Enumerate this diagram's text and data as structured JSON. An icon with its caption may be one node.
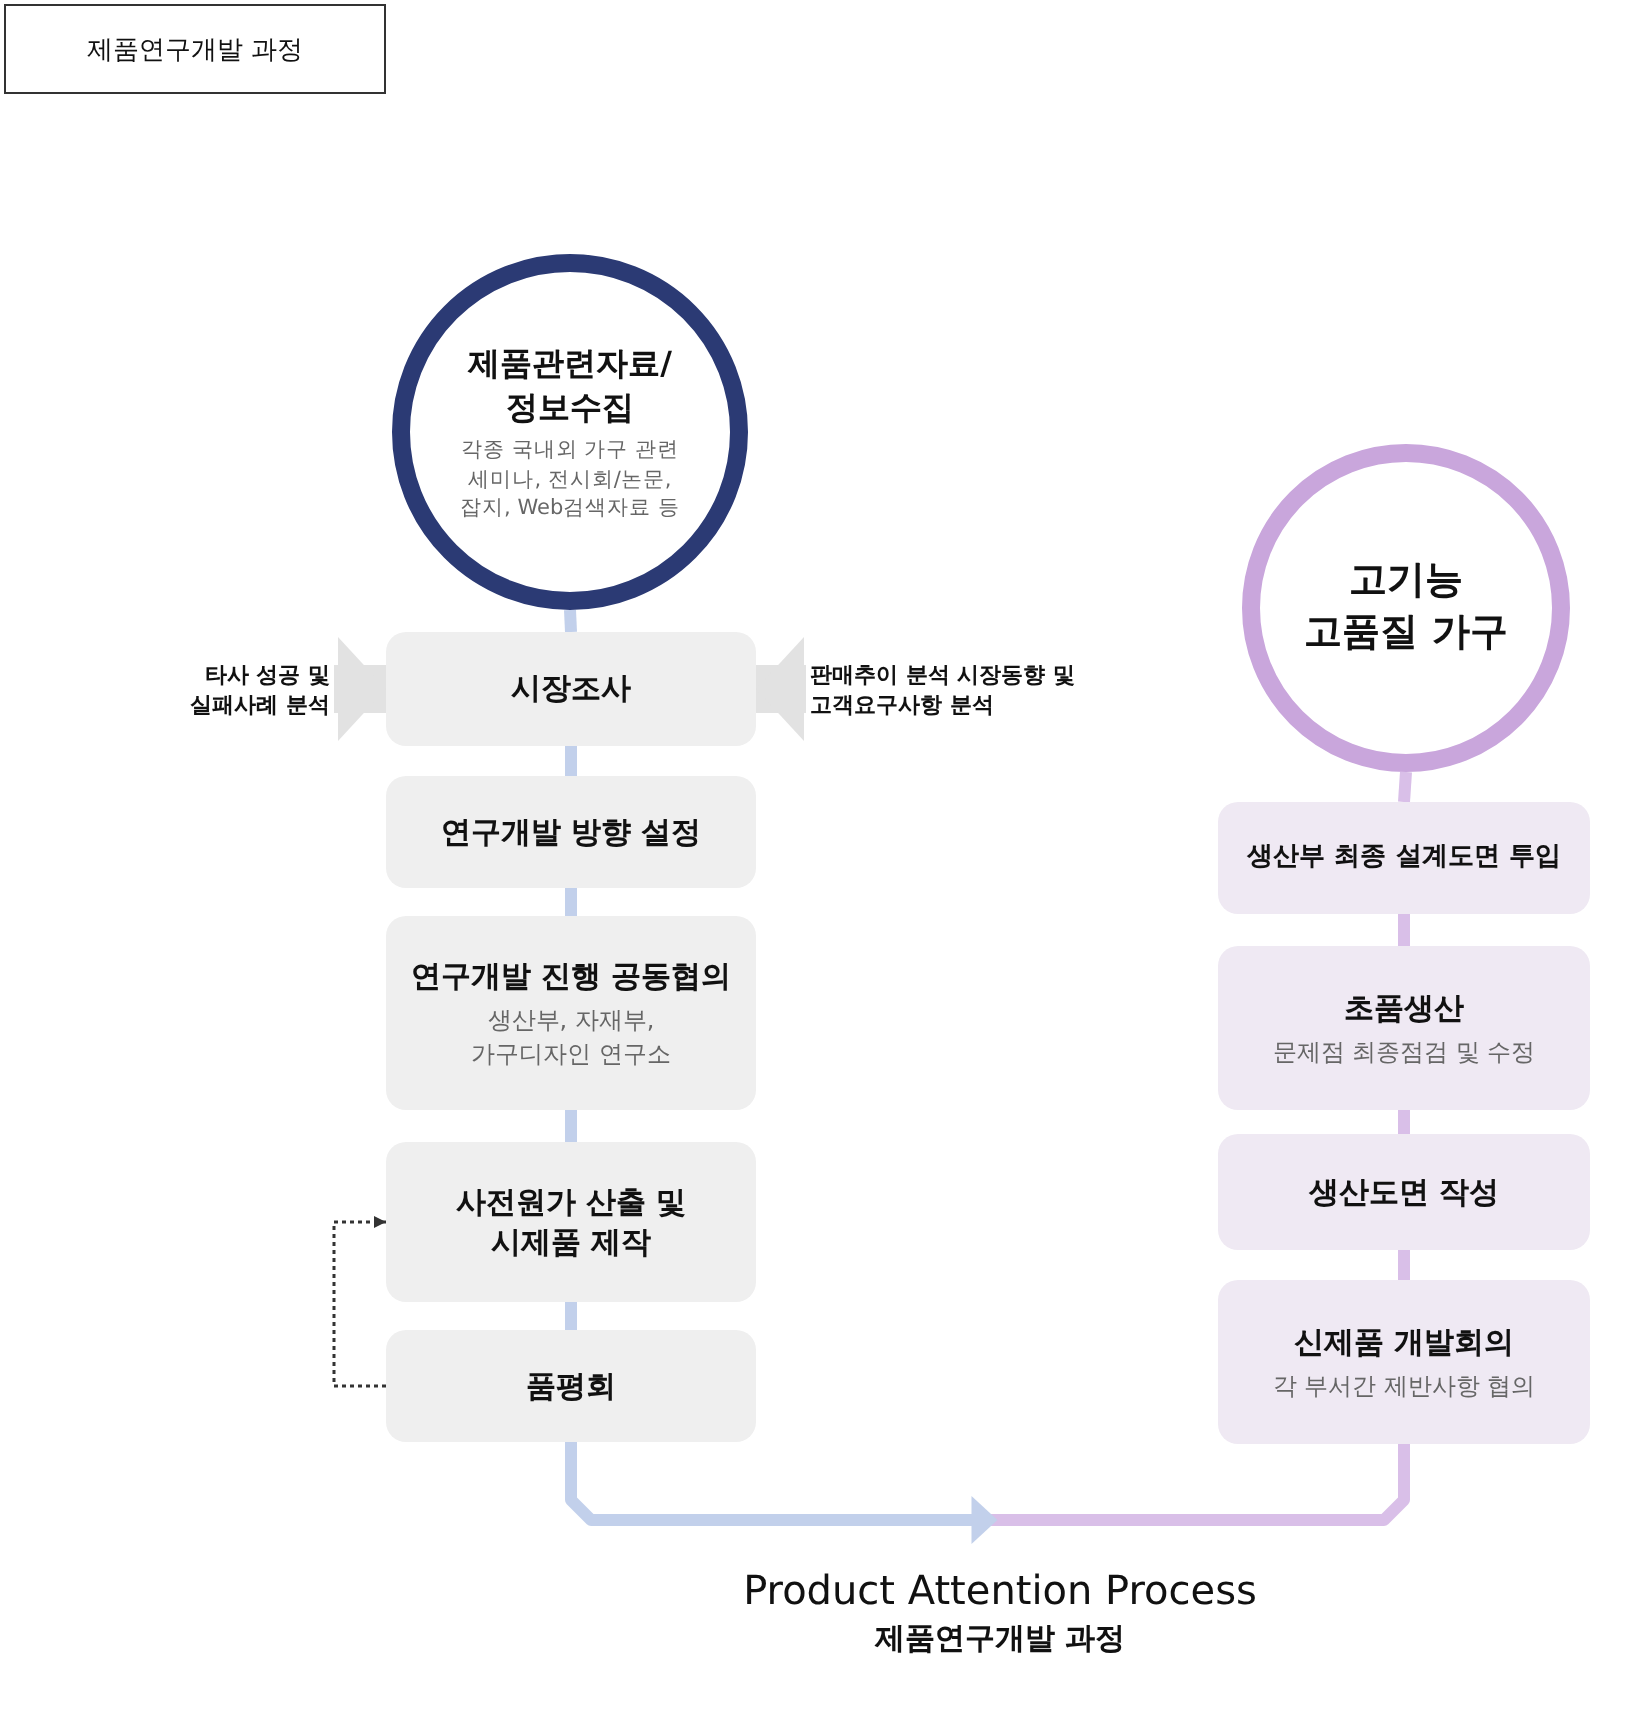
{
  "diagram": {
    "title": "제품연구개발 과정",
    "caption": "Product Attention Process",
    "nodes": [
      {
        "text": [
          "제품관련자료/ 정보수집",
          "각종 국내외 가구 관련 세미나, 전시회/논문, 잡지, Web검색자료 등"
        ]
      },
      {
        "text": [
          "시장조사"
        ]
      },
      {
        "text": [
          "타사 성공 및 실패사례 분석"
        ]
      },
      {
        "text": [
          "판매추이 분석 시장동향 및 고객요구사항 분석"
        ]
      },
      {
        "text": [
          "연구개발 방향 설정"
        ]
      },
      {
        "text": [
          "연구개발 진행 공동협의",
          "생산부, 자재부, 가구디자인 연구소"
        ]
      },
      {
        "text": [
          "사전원가 산출 및 시제품 제작"
        ]
      },
      {
        "text": [
          "품평회"
        ]
      },
      {
        "text": [
          "신제품 개발회의",
          "각 부서간 제반사항 협의"
        ]
      },
      {
        "text": [
          "생산도면 작성"
        ]
      },
      {
        "text": [
          "초품생산",
          "문제점 최종점검 및 수정"
        ]
      },
      {
        "text": [
          "생산부 최종 설계도면 투입"
        ]
      },
      {
        "text": [
          "고기능 고품질 가구"
        ]
      }
    ],
    "edges": [
      {
        "from": 0,
        "to": 1,
        "arrow": "none"
      },
      {
        "from": 2,
        "to": 1,
        "arrow": "to",
        "style": "thick",
        "color": "#e2e2e2"
      },
      {
        "from": 3,
        "to": 1,
        "arrow": "to",
        "style": "thick",
        "color": "#e2e2e2"
      },
      {
        "from": 1,
        "to": 4,
        "arrow": "none"
      },
      {
        "from": 4,
        "to": 5,
        "arrow": "none"
      },
      {
        "from": 5,
        "to": 6,
        "arrow": "none"
      },
      {
        "from": 6,
        "to": 7,
        "arrow": "none"
      },
      {
        "from": 7,
        "to": 6,
        "arrow": "to",
        "style": "dashed",
        "color": "#333333"
      },
      {
        "from": 7,
        "to": 8,
        "arrow": "to"
      },
      {
        "from": 8,
        "to": 9,
        "arrow": "none",
        "color": "#d9bfe8"
      },
      {
        "from": 9,
        "to": 10,
        "arrow": "none",
        "color": "#d9bfe8"
      },
      {
        "from": 10,
        "to": 11,
        "arrow": "none",
        "color": "#d9bfe8"
      },
      {
        "from": 11,
        "to": 12,
        "arrow": "none",
        "color": "#d9bfe8"
      }
    ],
    "labels": [
      "제품연구개발 과정"
    ]
  }
}
